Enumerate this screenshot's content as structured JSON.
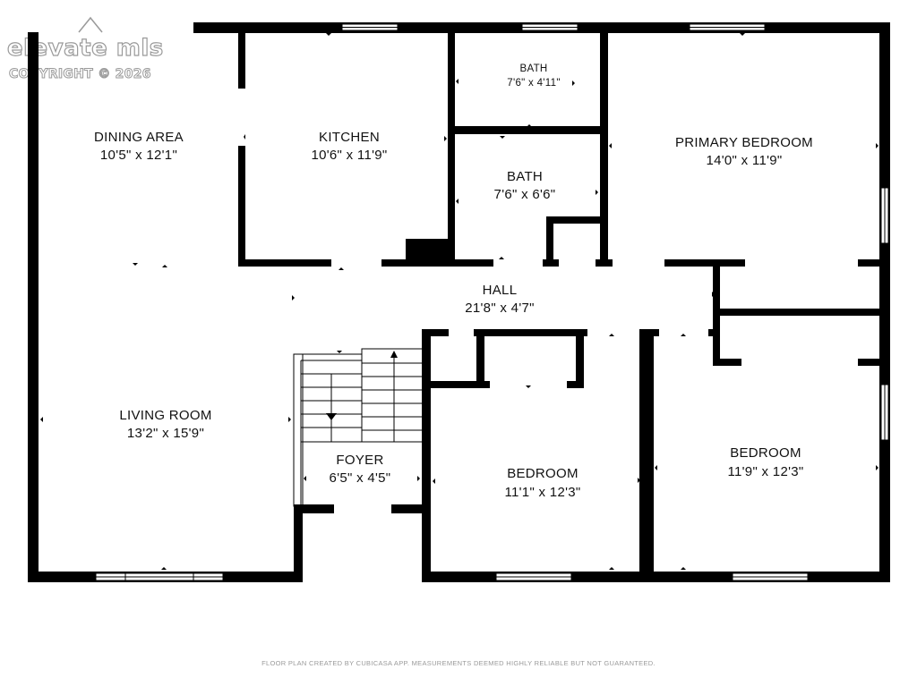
{
  "watermark": {
    "logo_text": "elevate mls",
    "copyright": "COPYRIGHT © 2026"
  },
  "rooms": [
    {
      "id": "dining-area",
      "name": "DINING AREA",
      "dims": "10'5\" x 12'1\""
    },
    {
      "id": "kitchen",
      "name": "KITCHEN",
      "dims": "10'6\" x 11'9\""
    },
    {
      "id": "bath-upper",
      "name": "BATH",
      "dims": "7'6\" x 4'11\""
    },
    {
      "id": "bath-lower",
      "name": "BATH",
      "dims": "7'6\" x 6'6\""
    },
    {
      "id": "primary-bedroom",
      "name": "PRIMARY BEDROOM",
      "dims": "14'0\" x 11'9\""
    },
    {
      "id": "hall",
      "name": "HALL",
      "dims": "21'8\" x 4'7\""
    },
    {
      "id": "living-room",
      "name": "LIVING ROOM",
      "dims": "13'2\" x 15'9\""
    },
    {
      "id": "foyer",
      "name": "FOYER",
      "dims": "6'5\" x 4'5\""
    },
    {
      "id": "bedroom-middle",
      "name": "BEDROOM",
      "dims": "11'1\" x 12'3\""
    },
    {
      "id": "bedroom-right",
      "name": "BEDROOM",
      "dims": "11'9\" x 12'3\""
    }
  ],
  "footer": {
    "disclaimer": "FLOOR PLAN CREATED BY CUBICASA APP. MEASUREMENTS DEEMED HIGHLY RELIABLE BUT NOT GUARANTEED."
  },
  "colors": {
    "wall": "#000000",
    "background": "#ffffff",
    "watermark_stroke": "#9a9a9a"
  }
}
